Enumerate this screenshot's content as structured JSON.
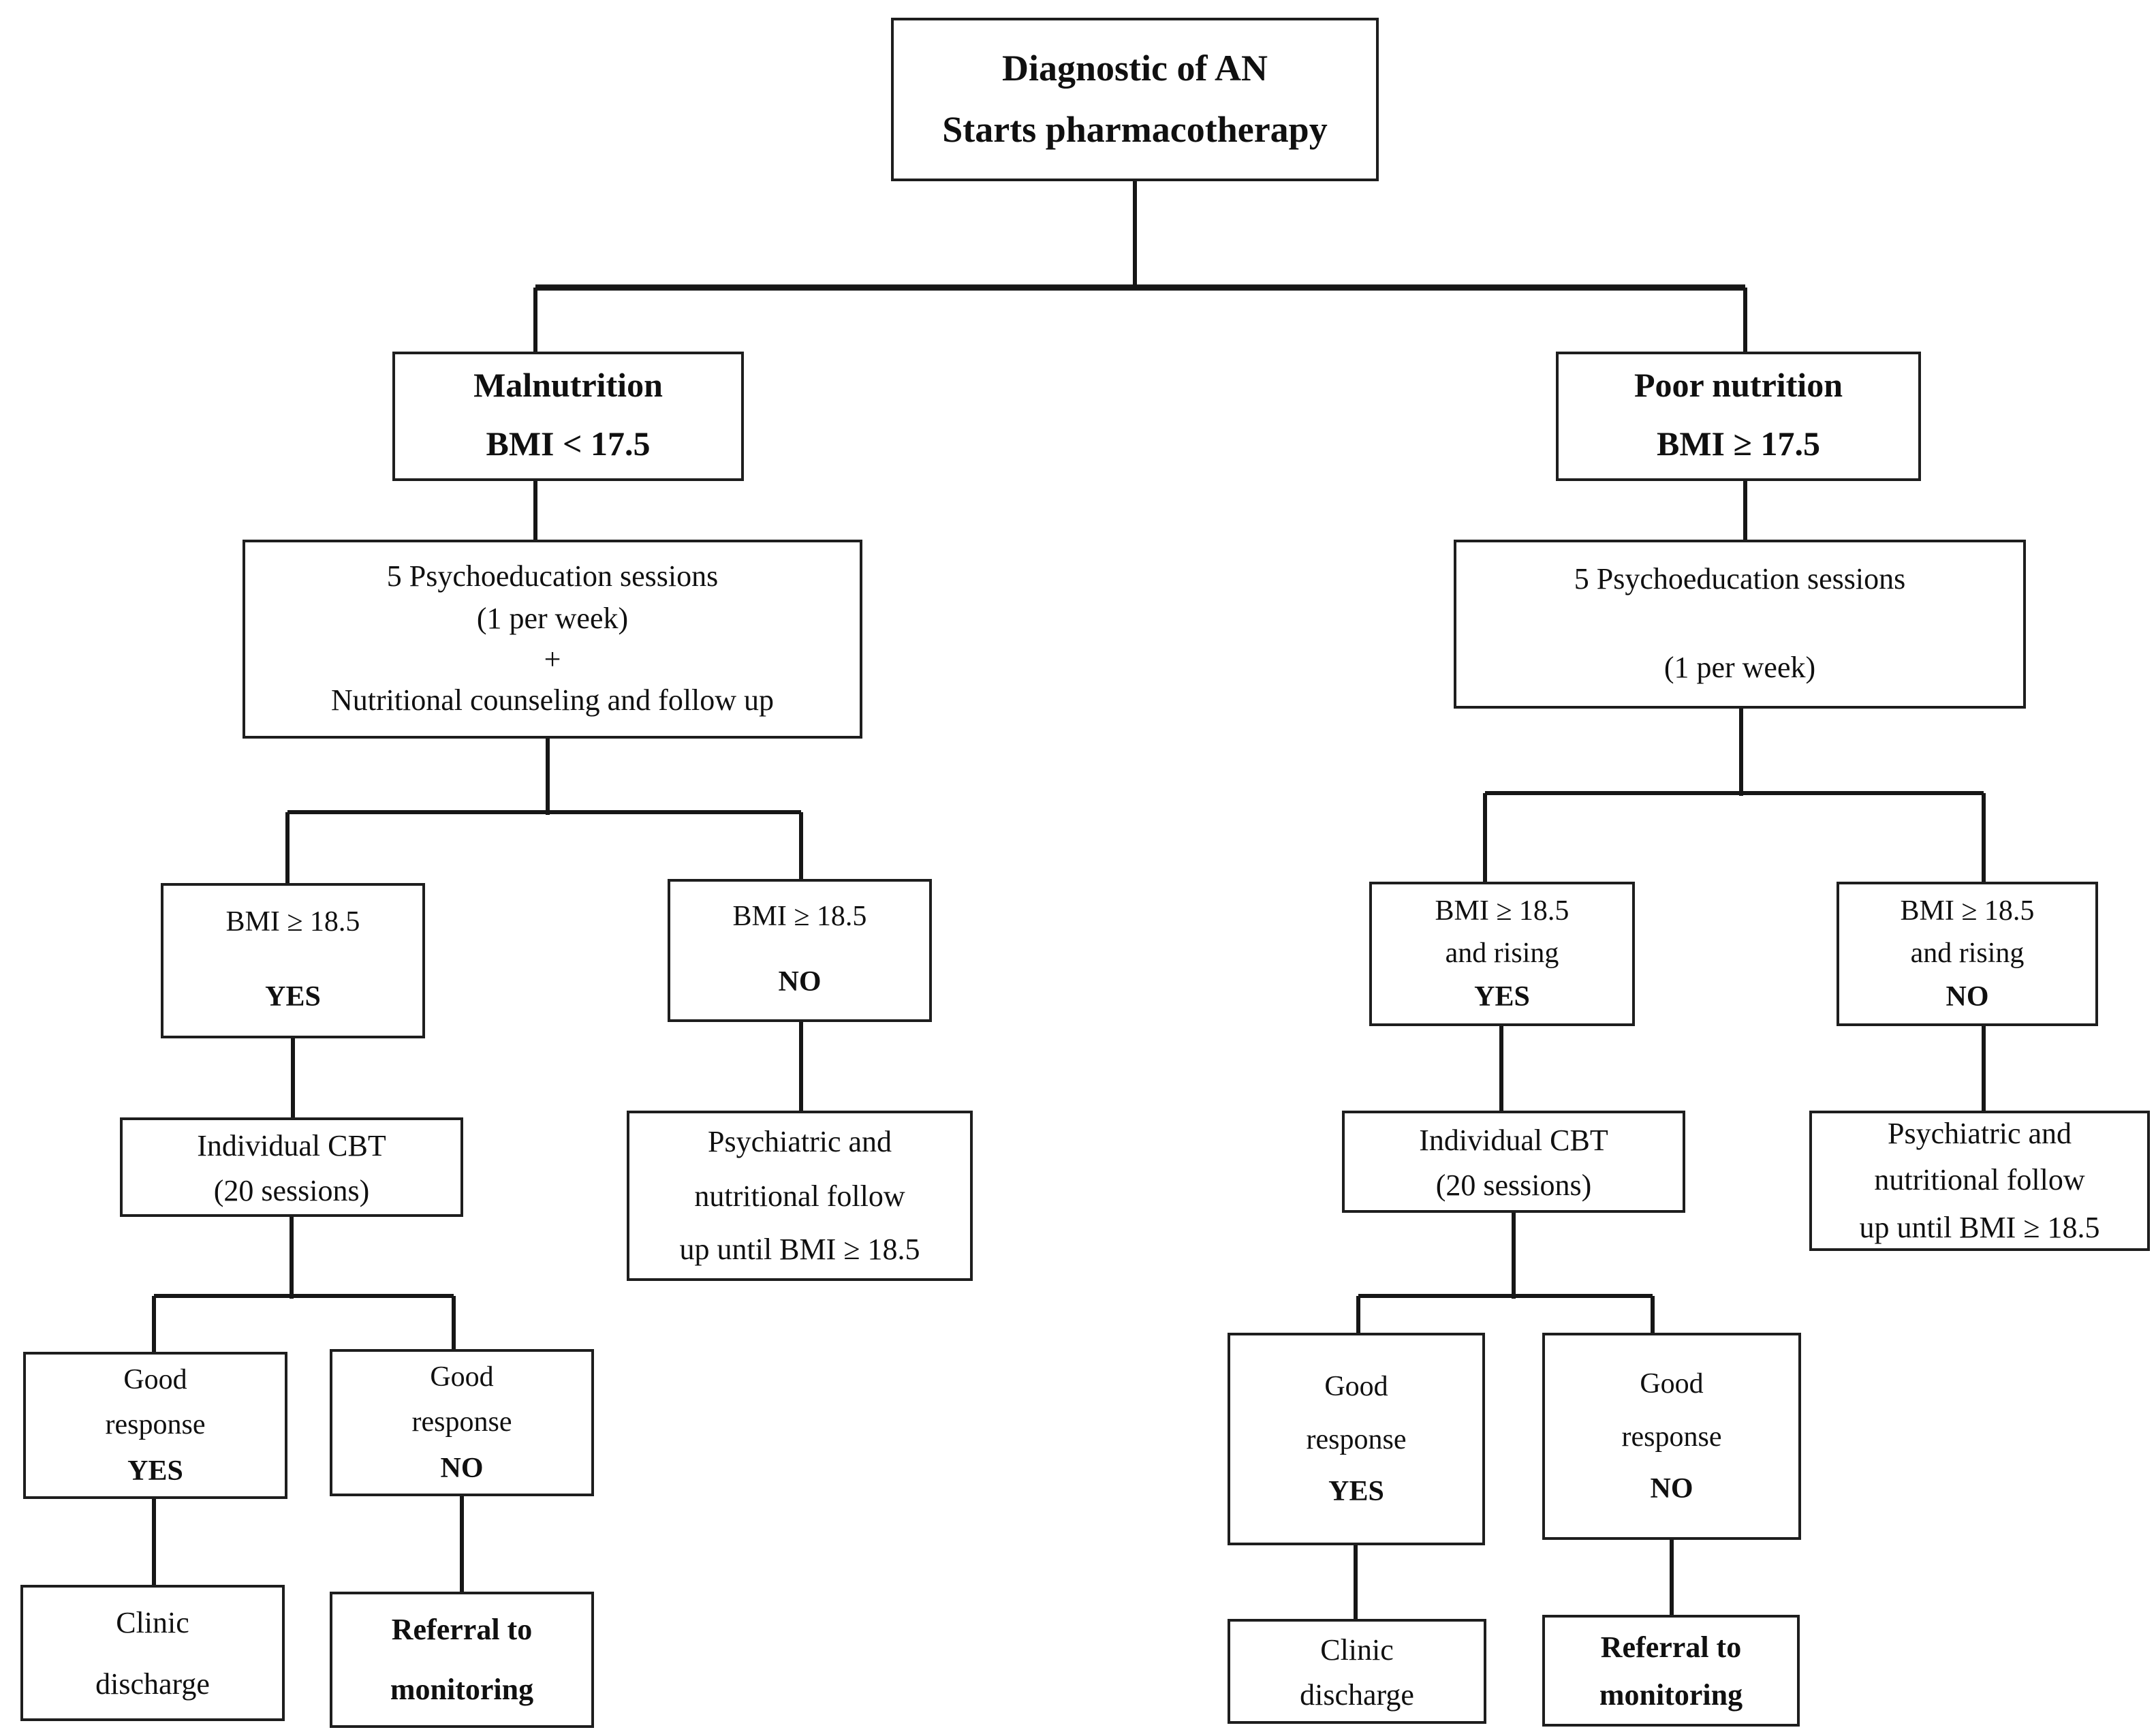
{
  "figure": {
    "type": "flowchart",
    "background_color": "#ffffff",
    "line_color": "#161616",
    "box_border_color": "#1e1e1e",
    "text_color": "#101010"
  },
  "nodes": {
    "root": {
      "line1": "Diagnostic of AN",
      "line2": "Starts pharmacotherapy"
    },
    "malnutrition": {
      "line1": "Malnutrition",
      "line2": "BMI < 17.5"
    },
    "poor_nutrition": {
      "line1": "Poor nutrition",
      "line2": "BMI ≥ 17.5"
    },
    "psychoeducation_left": {
      "line1": "5 Psychoeducation sessions",
      "line2": "(1 per week)",
      "line3": "+",
      "line4": "Nutritional counseling and follow up"
    },
    "psychoeducation_right": {
      "line1": "5 Psychoeducation sessions",
      "line2": "(1 per week)"
    },
    "bmi_left_yes": {
      "line1": "BMI ≥ 18.5",
      "line2": "YES"
    },
    "bmi_left_no": {
      "line1": "BMI ≥ 18.5",
      "line2": "NO"
    },
    "bmi_right_yes": {
      "line1": "BMI ≥ 18.5",
      "line2": "and rising",
      "line3": "YES"
    },
    "bmi_right_no": {
      "line1": "BMI ≥ 18.5",
      "line2": "and rising",
      "line3": "NO"
    },
    "cbt_left": {
      "line1": "Individual CBT",
      "line2": "(20 sessions)"
    },
    "cbt_right": {
      "line1": "Individual CBT",
      "line2": "(20 sessions)"
    },
    "followup_left": {
      "line1": "Psychiatric and",
      "line2": "nutritional follow",
      "line3": "up until BMI ≥ 18.5"
    },
    "followup_right": {
      "line1": "Psychiatric and",
      "line2": "nutritional follow",
      "line3": "up until BMI ≥ 18.5"
    },
    "response_left_yes": {
      "line1": "Good",
      "line2": "response",
      "line3": "YES"
    },
    "response_left_no": {
      "line1": "Good",
      "line2": "response",
      "line3": "NO"
    },
    "response_right_yes": {
      "line1": "Good",
      "line2": "response",
      "line3": "YES"
    },
    "response_right_no": {
      "line1": "Good",
      "line2": "response",
      "line3": "NO"
    },
    "discharge_left": {
      "line1": "Clinic",
      "line2": "discharge"
    },
    "discharge_right": {
      "line1": "Clinic",
      "line2": "discharge"
    },
    "referral_left": {
      "line1": "Referral to",
      "line2": "monitoring"
    },
    "referral_right": {
      "line1": "Referral to",
      "line2": "monitoring"
    }
  },
  "edges": [
    {
      "from": "root",
      "to": "malnutrition"
    },
    {
      "from": "root",
      "to": "poor_nutrition"
    },
    {
      "from": "malnutrition",
      "to": "psychoeducation_left"
    },
    {
      "from": "poor_nutrition",
      "to": "psychoeducation_right"
    },
    {
      "from": "psychoeducation_left",
      "to": "bmi_left_yes"
    },
    {
      "from": "psychoeducation_left",
      "to": "bmi_left_no"
    },
    {
      "from": "psychoeducation_right",
      "to": "bmi_right_yes"
    },
    {
      "from": "psychoeducation_right",
      "to": "bmi_right_no"
    },
    {
      "from": "bmi_left_yes",
      "to": "cbt_left"
    },
    {
      "from": "bmi_left_no",
      "to": "followup_left"
    },
    {
      "from": "bmi_right_yes",
      "to": "cbt_right"
    },
    {
      "from": "bmi_right_no",
      "to": "followup_right"
    },
    {
      "from": "cbt_left",
      "to": "response_left_yes"
    },
    {
      "from": "cbt_left",
      "to": "response_left_no"
    },
    {
      "from": "cbt_right",
      "to": "response_right_yes"
    },
    {
      "from": "cbt_right",
      "to": "response_right_no"
    },
    {
      "from": "response_left_yes",
      "to": "discharge_left"
    },
    {
      "from": "response_left_no",
      "to": "referral_left"
    },
    {
      "from": "response_right_yes",
      "to": "discharge_right"
    },
    {
      "from": "response_right_no",
      "to": "referral_right"
    }
  ]
}
